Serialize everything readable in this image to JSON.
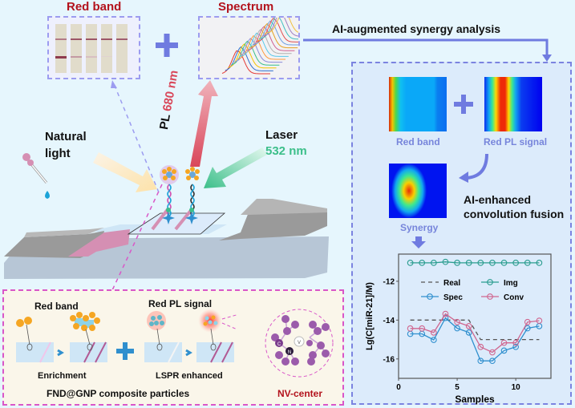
{
  "top": {
    "red_band_title": "Red band",
    "spectrum_title": "Spectrum",
    "analysis_title": "AI-augmented synergy analysis"
  },
  "excitation": {
    "natural_light_line1": "Natural",
    "natural_light_line2": "light",
    "laser_label": "Laser",
    "laser_wavelength": "532 nm",
    "pl_label": "PL",
    "pl_wavelength": "680 nm"
  },
  "bottom_panel": {
    "red_band_label": "Red band",
    "red_pl_label": "Red PL signal",
    "enrichment_label": "Enrichment",
    "lspr_label": "LSPR enhanced",
    "composite_label": "FND@GNP composite particles",
    "nv_center_label": "NV-center",
    "atom_c": "C",
    "atom_n": "N",
    "atom_v": "V"
  },
  "right_panel": {
    "red_band_label": "Red band",
    "red_pl_label": "Red PL signal",
    "synergy_label": "Synergy",
    "fusion_line1": "AI-enhanced",
    "fusion_line2": "convolution fusion"
  },
  "colors": {
    "title_red": "#b3121c",
    "laser_green": "#3cbf8a",
    "pl_red": "#d9475a",
    "accent_blue": "#6f7be0",
    "real": "#555555",
    "img": "#2a9d8f",
    "spec": "#2f8fce",
    "conv": "#d0668f"
  },
  "chart_data": {
    "type": "line",
    "title": "",
    "xlabel": "Samples",
    "ylabel": "Lg(C[miR-21]/M)",
    "xlim": [
      0,
      13
    ],
    "ylim": [
      -17,
      -10.6
    ],
    "xticks": [
      0,
      5,
      10
    ],
    "yticks": [
      -12,
      -14,
      -16
    ],
    "grid": false,
    "legend_position": "upper-center",
    "x": [
      1,
      2,
      3,
      4,
      5,
      6,
      7,
      8,
      9,
      10,
      11,
      12
    ],
    "series": [
      {
        "name": "Real",
        "style": "dashed",
        "values": [
          -14,
          -14,
          -14,
          -14,
          -14,
          -14,
          -15,
          -15,
          -15,
          -15,
          -15,
          -15
        ]
      },
      {
        "name": "Img",
        "style": "line-circle",
        "values": [
          -11.05,
          -11.05,
          -11.05,
          -11.0,
          -11.05,
          -11.05,
          -11.05,
          -11.05,
          -11.05,
          -11.05,
          -11.05,
          -11.05
        ]
      },
      {
        "name": "Spec",
        "style": "line-circle",
        "values": [
          -14.71,
          -14.71,
          -15.02,
          -13.89,
          -14.42,
          -14.64,
          -16.1,
          -16.1,
          -15.57,
          -15.38,
          -14.42,
          -14.31
        ]
      },
      {
        "name": "Conv",
        "style": "line-circle",
        "values": [
          -14.43,
          -14.43,
          -14.64,
          -13.68,
          -14.1,
          -14.31,
          -15.38,
          -15.66,
          -15.17,
          -15.17,
          -14.1,
          -14.03
        ]
      }
    ]
  }
}
